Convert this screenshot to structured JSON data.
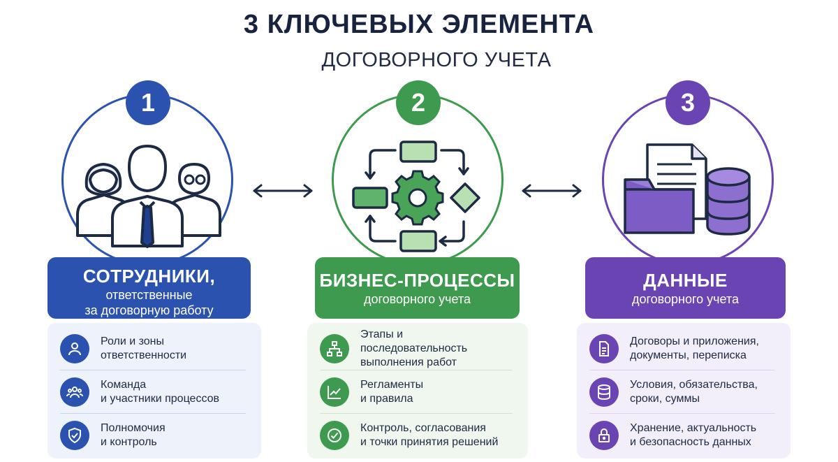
{
  "header": {
    "title": "3 КЛЮЧЕВЫХ ЭЛЕМЕНТА",
    "subtitle": "ДОГОВОРНОГО УЧЕТА"
  },
  "colors": {
    "blue": "#2c52b0",
    "green": "#3e9a4e",
    "purple": "#6a44b2",
    "navy": "#1d2a44"
  },
  "columns": [
    {
      "number": "1",
      "title": "СОТРУДНИКИ,",
      "subtitle_line1": "ответственные",
      "subtitle_line2": "за договорную работу",
      "icon": "people-group-icon",
      "items": [
        {
          "icon": "user-icon",
          "text": "Роли и зоны\nответственности"
        },
        {
          "icon": "team-icon",
          "text": "Команда\nи участники процессов"
        },
        {
          "icon": "shield-check-icon",
          "text": "Полномочия\nи контроль"
        }
      ]
    },
    {
      "number": "2",
      "title": "БИЗНЕС-ПРОЦЕССЫ",
      "subtitle_line1": "договорного учета",
      "subtitle_line2": "",
      "icon": "process-cycle-gear-icon",
      "items": [
        {
          "icon": "flowchart-icon",
          "text": "Этапы и последовательность\nвыполнения работ"
        },
        {
          "icon": "line-chart-icon",
          "text": "Регламенты\nи правила"
        },
        {
          "icon": "check-circle-icon",
          "text": "Контроль, согласования\nи точки принятия решений"
        }
      ]
    },
    {
      "number": "3",
      "title": "ДАННЫЕ",
      "subtitle_line1": "договорного учета",
      "subtitle_line2": "",
      "icon": "folder-document-database-icon",
      "items": [
        {
          "icon": "document-icon",
          "text": "Договоры и приложения,\nдокументы, переписка"
        },
        {
          "icon": "database-icon",
          "text": "Условия, обязательства,\nсроки, суммы"
        },
        {
          "icon": "lock-icon",
          "text": "Хранение, актуальность\nи безопасность данных"
        }
      ]
    }
  ]
}
